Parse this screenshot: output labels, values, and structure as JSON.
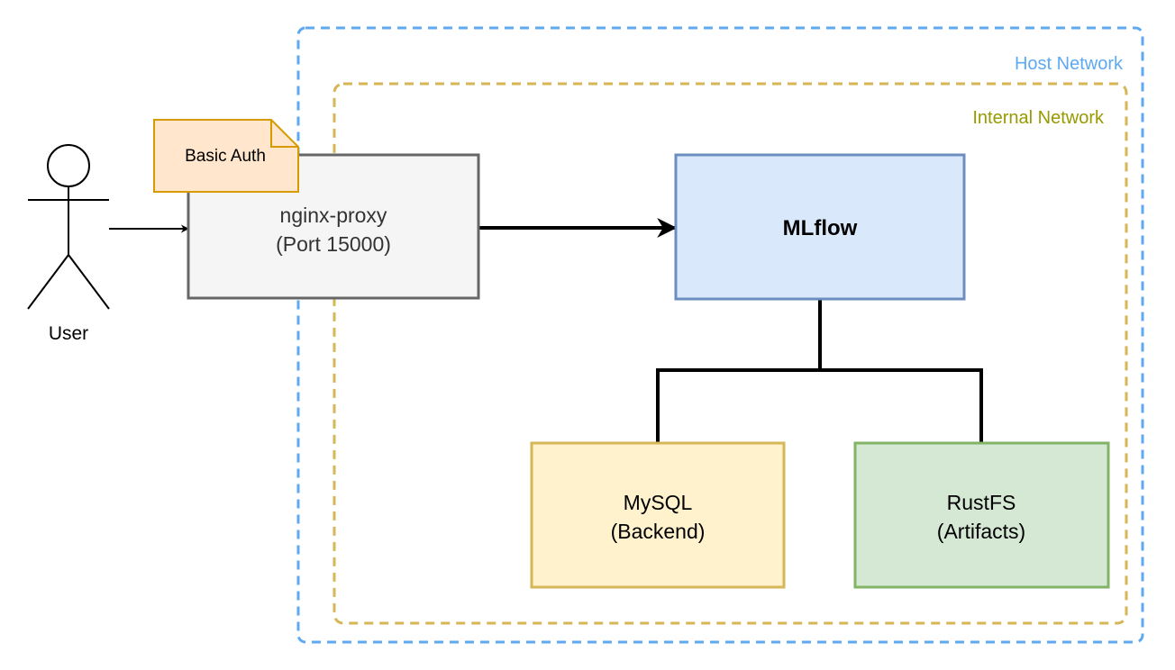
{
  "zones": {
    "host": {
      "label": "Host Network",
      "color": "#5ea9f2"
    },
    "internal": {
      "label": "Internal Network",
      "color": "#d6b656",
      "label_color": "#999900"
    }
  },
  "actor": {
    "label": "User"
  },
  "nodes": {
    "proxy": {
      "line1": "nginx-proxy",
      "line2": "(Port 15000)",
      "fill": "#f5f5f5",
      "stroke": "#666666"
    },
    "mlflow": {
      "label": "MLflow",
      "fill": "#dae8fc",
      "stroke": "#6c8ebf"
    },
    "mysql": {
      "line1": "MySQL",
      "line2": "(Backend)",
      "fill": "#fff2cc",
      "stroke": "#d6b656"
    },
    "rustfs": {
      "line1": "RustFS",
      "line2": "(Artifacts)",
      "fill": "#d5e8d4",
      "stroke": "#82b366"
    }
  },
  "note": {
    "label": "Basic Auth",
    "fill": "#ffe6cc",
    "stroke": "#d79b00"
  },
  "edges": [
    {
      "from": "user",
      "to": "nginx-proxy",
      "arrow": true
    },
    {
      "from": "nginx-proxy",
      "to": "MLflow",
      "arrow": true
    },
    {
      "from": "MLflow",
      "to": "MySQL",
      "arrow": false
    },
    {
      "from": "MLflow",
      "to": "RustFS",
      "arrow": false
    }
  ]
}
